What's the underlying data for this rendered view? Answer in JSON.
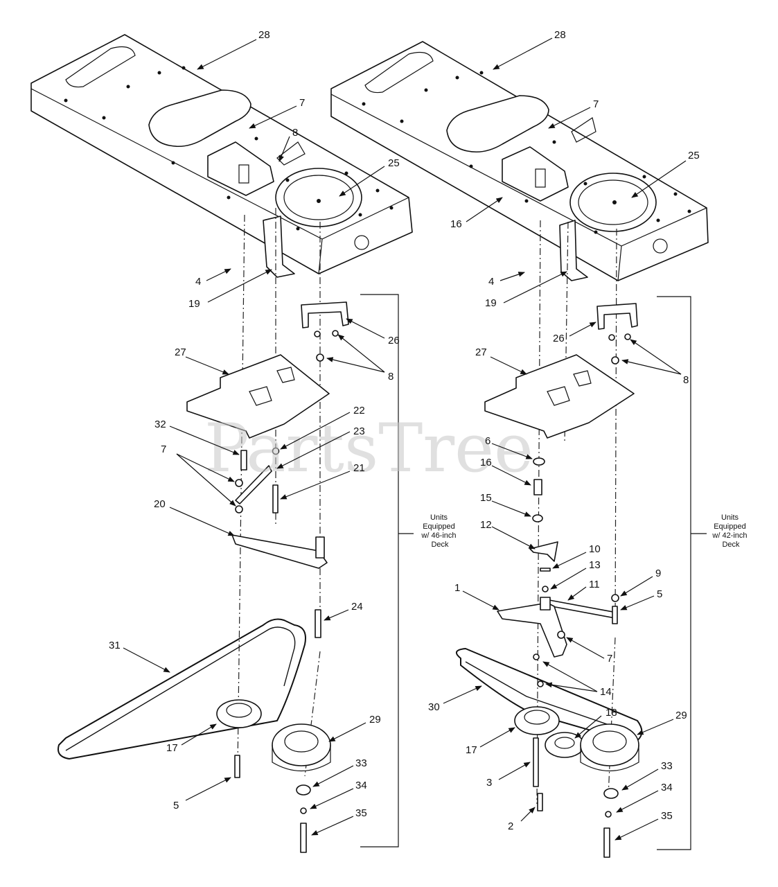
{
  "watermark": "PartsTree",
  "left_note": {
    "lines": [
      "Units",
      "Equipped",
      "w/ 46-inch",
      "Deck"
    ]
  },
  "right_note": {
    "lines": [
      "Units",
      "Equipped",
      "w/ 42-inch",
      "Deck"
    ]
  },
  "callouts_left": {
    "c28": "28",
    "c7a": "7",
    "c8a": "8",
    "c25": "25",
    "c4": "4",
    "c19": "19",
    "c26": "26",
    "c8b": "8",
    "c27": "27",
    "c32": "32",
    "c22": "22",
    "c23": "23",
    "c7b": "7",
    "c21": "21",
    "c20": "20",
    "c24": "24",
    "c31": "31",
    "c29": "29",
    "c17": "17",
    "c33": "33",
    "c34": "34",
    "c5": "5",
    "c35": "35"
  },
  "callouts_right": {
    "c28": "28",
    "c7a": "7",
    "c25": "25",
    "c16a": "16",
    "c4": "4",
    "c19": "19",
    "c26": "26",
    "c8": "8",
    "c27": "27",
    "c6": "6",
    "c16b": "16",
    "c15": "15",
    "c12": "12",
    "c10": "10",
    "c13": "13",
    "c9": "9",
    "c11": "11",
    "c5": "5",
    "c1": "1",
    "c7b": "7",
    "c14": "14",
    "c30": "30",
    "c18": "18",
    "c29": "29",
    "c17": "17",
    "c3": "3",
    "c33": "33",
    "c34": "34",
    "c2": "2",
    "c35": "35"
  }
}
